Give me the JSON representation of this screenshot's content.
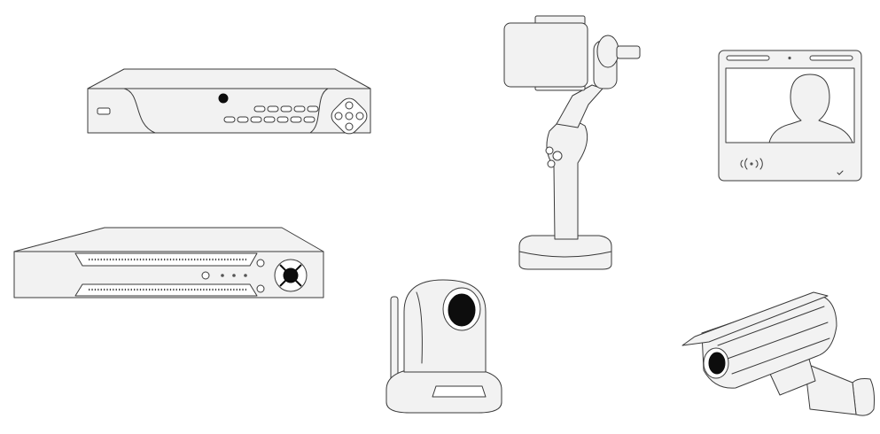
{
  "scene": {
    "background": "#ffffff",
    "line_color": "#3a3a3a",
    "fill_color": "#f2f2f2",
    "devices": [
      {
        "id": "dvr-recorder",
        "icon": "dvr-icon"
      },
      {
        "id": "gimbal-stabilizer",
        "icon": "gimbal-icon"
      },
      {
        "id": "face-recognition-terminal",
        "icon": "face-terminal-icon"
      },
      {
        "id": "nvr-recorder",
        "icon": "nvr-icon"
      },
      {
        "id": "ptz-camera",
        "icon": "ptz-camera-icon"
      },
      {
        "id": "bullet-camera",
        "icon": "bullet-camera-icon"
      }
    ]
  }
}
